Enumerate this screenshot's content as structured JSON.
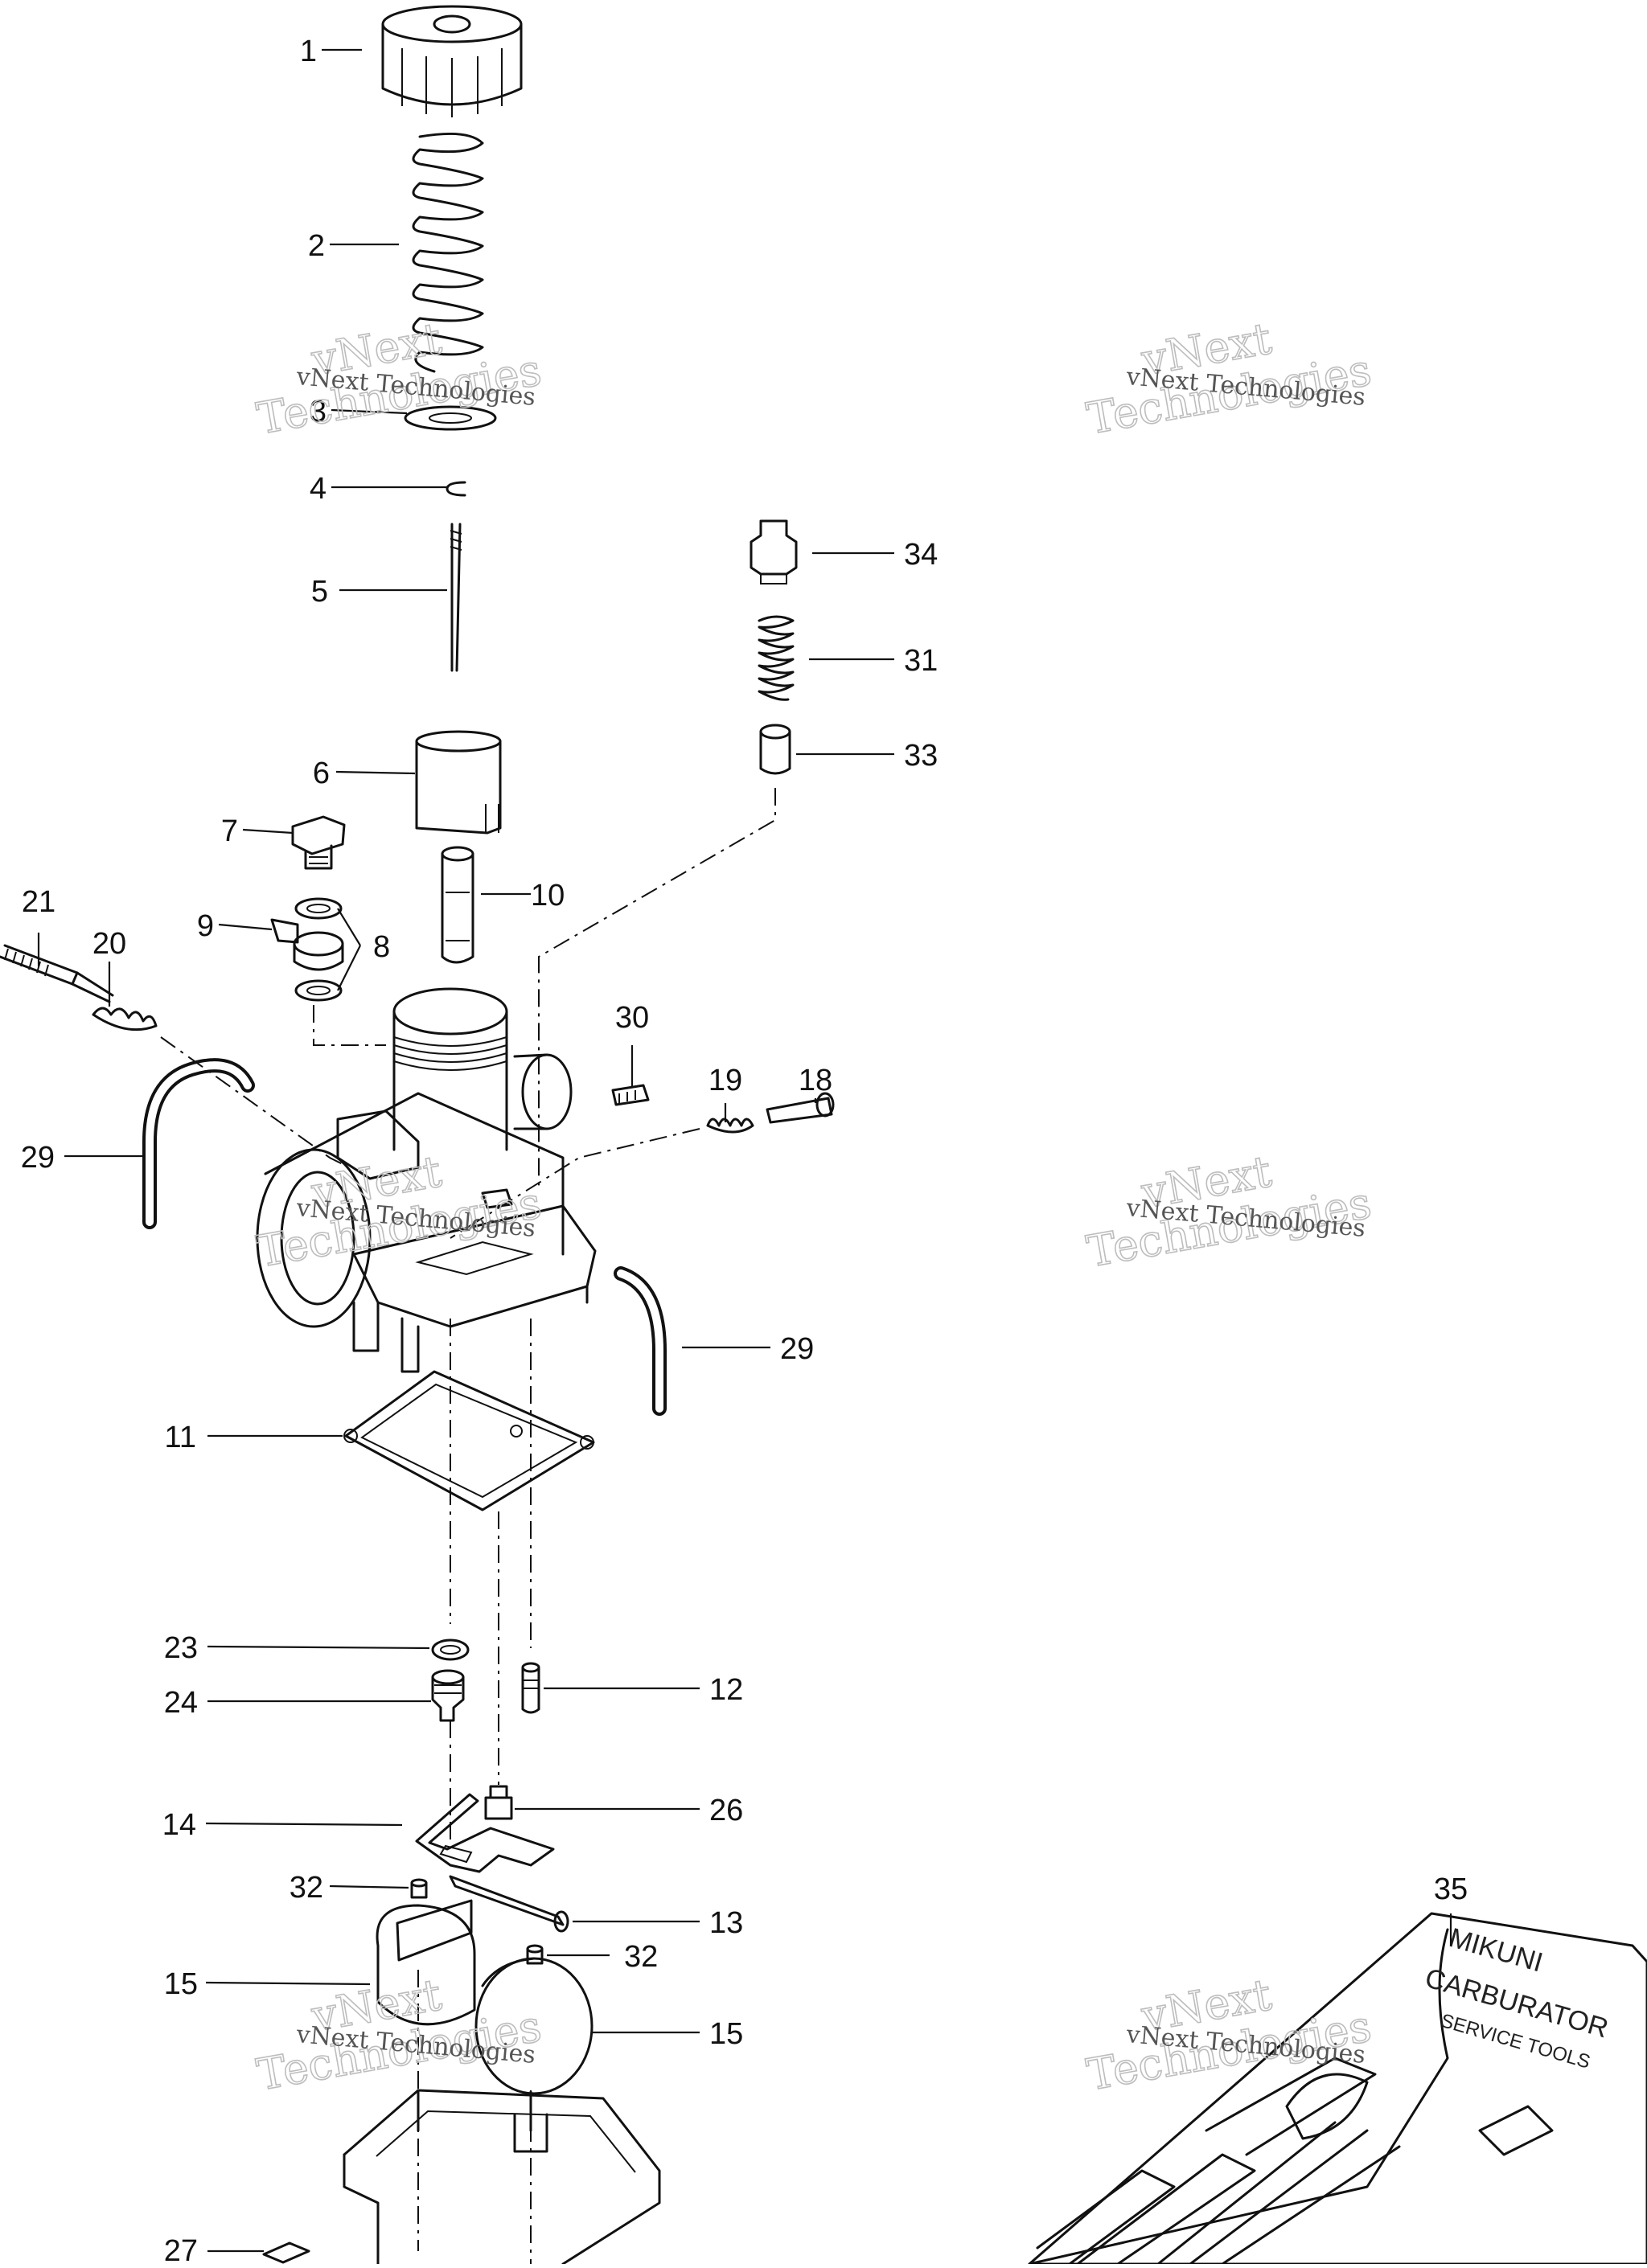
{
  "watermark": {
    "brand_line1": "vNext",
    "brand_line2": "Technologies",
    "caption": "vNext Technologies"
  },
  "callouts": [
    {
      "id": "c1",
      "text": "1"
    },
    {
      "id": "c2",
      "text": "2"
    },
    {
      "id": "c3",
      "text": "3"
    },
    {
      "id": "c4",
      "text": "4"
    },
    {
      "id": "c5",
      "text": "5"
    },
    {
      "id": "c6",
      "text": "6"
    },
    {
      "id": "c7",
      "text": "7"
    },
    {
      "id": "c8",
      "text": "8"
    },
    {
      "id": "c9",
      "text": "9"
    },
    {
      "id": "c10",
      "text": "10"
    },
    {
      "id": "c11",
      "text": "11"
    },
    {
      "id": "c12",
      "text": "12"
    },
    {
      "id": "c13",
      "text": "13"
    },
    {
      "id": "c14",
      "text": "14"
    },
    {
      "id": "c15a",
      "text": "15"
    },
    {
      "id": "c15b",
      "text": "15"
    },
    {
      "id": "c18",
      "text": "18"
    },
    {
      "id": "c19",
      "text": "19"
    },
    {
      "id": "c20",
      "text": "20"
    },
    {
      "id": "c21",
      "text": "21"
    },
    {
      "id": "c23",
      "text": "23"
    },
    {
      "id": "c24",
      "text": "24"
    },
    {
      "id": "c26",
      "text": "26"
    },
    {
      "id": "c27",
      "text": "27"
    },
    {
      "id": "c29a",
      "text": "29"
    },
    {
      "id": "c29b",
      "text": "29"
    },
    {
      "id": "c30",
      "text": "30"
    },
    {
      "id": "c31",
      "text": "31"
    },
    {
      "id": "c32a",
      "text": "32"
    },
    {
      "id": "c32b",
      "text": "32"
    },
    {
      "id": "c33",
      "text": "33"
    },
    {
      "id": "c34",
      "text": "34"
    },
    {
      "id": "c35",
      "text": "35"
    }
  ],
  "toolkit": {
    "line1": "MIKUNI",
    "line2": "CARBURATOR",
    "line3": "SERVICE TOOLS"
  }
}
